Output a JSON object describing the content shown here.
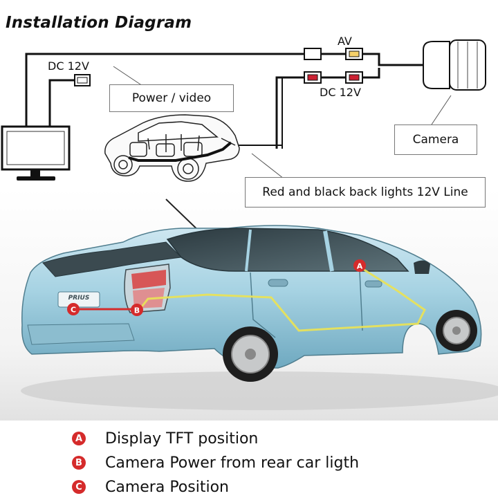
{
  "title": "Installation Diagram",
  "labels": {
    "dc_monitor": "DC 12V",
    "av": "AV",
    "dc_camera": "DC 12V",
    "power_video": "Power / video",
    "camera": "Camera",
    "backlights": "Red and black back lights 12V Line"
  },
  "car_badge": "PRIUS",
  "legend": [
    {
      "marker": "A",
      "text": "Display TFT position"
    },
    {
      "marker": "B",
      "text": "Camera Power from rear car ligth"
    },
    {
      "marker": "C",
      "text": "Camera Position"
    }
  ],
  "colors": {
    "car_body": "#a7d3e3",
    "wire": "#111111",
    "route_line": "#e8e25a",
    "marker": "#d52b2b"
  }
}
